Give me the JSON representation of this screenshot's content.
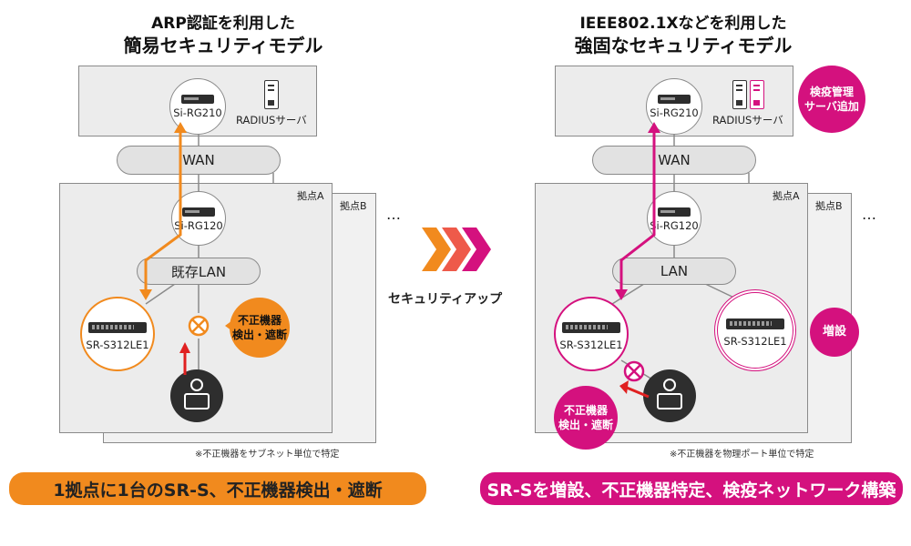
{
  "left": {
    "title_line1": "ARP認証を利用した",
    "title_line2": "簡易セキュリティモデル",
    "hq_router": "Si-RG210",
    "radius": "RADIUSサーバ",
    "wan": "WAN",
    "site_a": "拠点A",
    "site_b": "拠点B",
    "more": "…",
    "site_router": "Si-RG120",
    "lan": "既存LAN",
    "switch": "SR-S312LE1",
    "detect": "不正機器\n検出・遮断",
    "note": "※不正機器をサブネット単位で特定",
    "banner": "1拠点に1台のSR-S、不正機器検出・遮断"
  },
  "middle": {
    "label": "セキュリティアップ"
  },
  "right": {
    "title_line1": "IEEE802.1Xなどを利用した",
    "title_line2": "強固なセキュリティモデル",
    "hq_router": "Si-RG210",
    "radius": "RADIUSサーバ",
    "mgmt": "検疫管理\nサーバ追加",
    "wan": "WAN",
    "site_a": "拠点A",
    "site_b": "拠点B",
    "more": "…",
    "site_router": "Si-RG120",
    "lan": "LAN",
    "switch1": "SR-S312LE1",
    "switch2": "SR-S312LE1",
    "add": "増設",
    "detect": "不正機器\n検出・遮断",
    "note": "※不正機器を物理ポート単位で特定",
    "banner": "SR-Sを増設、不正機器特定、検疫ネットワーク構築"
  },
  "colors": {
    "orange": "#f18a1e",
    "magenta": "#d4117e",
    "red": "#e02020",
    "dark": "#2e2e2e"
  }
}
